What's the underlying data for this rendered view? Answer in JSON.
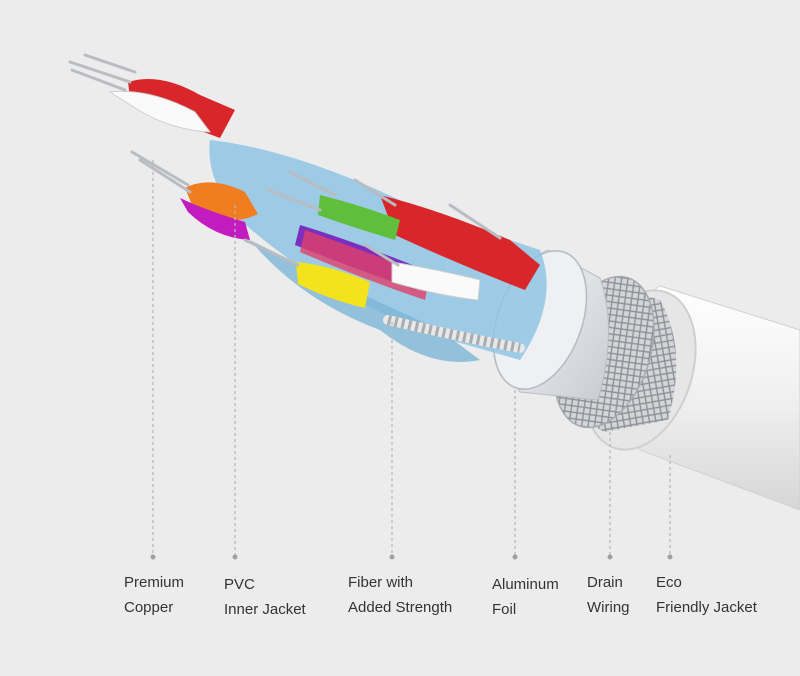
{
  "labels": [
    {
      "line1": "Premium",
      "line2": "Copper"
    },
    {
      "line1": "PVC",
      "line2": "Inner Jacket"
    },
    {
      "line1": "Fiber with",
      "line2": "Added Strength"
    },
    {
      "line1": "Aluminum",
      "line2": "Foil"
    },
    {
      "line1": "Drain",
      "line2": "Wiring"
    },
    {
      "line1": "Eco",
      "line2": "Friendly Jacket"
    }
  ],
  "colors": {
    "background": "#ececec",
    "jacket": "#f3f3f3",
    "braid": "#c7c9cc",
    "foil": "#dfe3e8",
    "inner_jacket": "#8fc4e3",
    "wire_red": "#d8262a",
    "wire_orange": "#f07d1f",
    "wire_magenta": "#c21bbf",
    "wire_green": "#5fbf3c",
    "wire_purple": "#7b2fbf",
    "wire_yellow": "#f4e21c",
    "wire_white": "#fafafa",
    "copper_strand": "#b9bcc0",
    "leader_line": "#b8b8b8"
  }
}
